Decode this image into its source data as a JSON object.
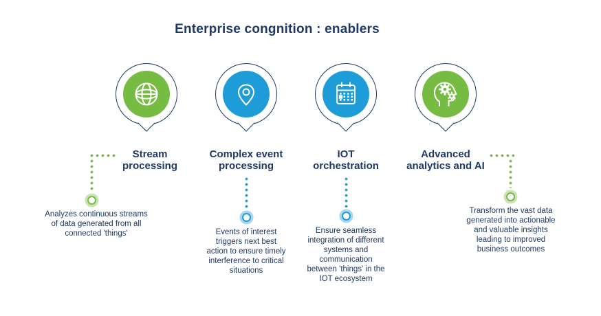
{
  "title": "Enterprise congnition : enablers",
  "colors": {
    "navy": "#1F3864",
    "green": "#76BC43",
    "blue": "#1E9CD7"
  },
  "items": [
    {
      "label": "Stream\nprocessing",
      "description": "Analyzes continuous streams\nof data generated from all\nconnected 'things'",
      "icon": "globe-icon",
      "color": "green"
    },
    {
      "label": "Complex event\nprocessing",
      "description": "Events of interest\ntriggers next best\naction to ensure timely\ninterference to critical\nsituations",
      "icon": "location-pin-icon",
      "color": "blue"
    },
    {
      "label": "IOT\norchestration",
      "description": "Ensure seamless\nintegration of different\nsystems and\ncommunication\nbetween 'things' in the\nIOT ecosystem",
      "icon": "calendar-icon",
      "color": "blue"
    },
    {
      "label": "Advanced\nanalytics and AI",
      "description": "Transform the vast data\ngenerated into actionable\nand valuable insights\nleading to improved\nbusiness outcomes",
      "icon": "head-gears-icon",
      "color": "green"
    }
  ]
}
